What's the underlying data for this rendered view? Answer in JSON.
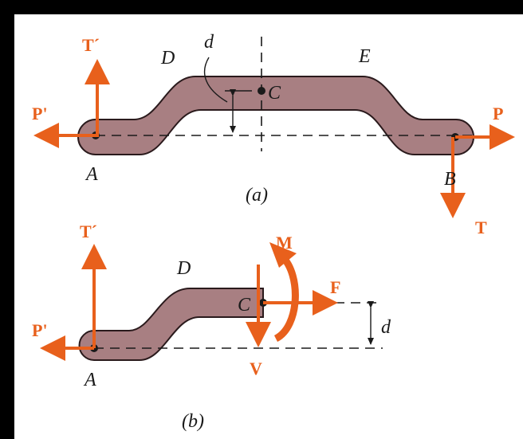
{
  "colors": {
    "background": "#000000",
    "panel": "#ffffff",
    "bar_fill": "#a87f82",
    "bar_stroke": "#2a1a1c",
    "force": "#e8601c",
    "line": "#1a1a1a"
  },
  "figure_a": {
    "caption": "(a)",
    "points": {
      "A": "A",
      "B": "B",
      "C": "C",
      "D": "D",
      "E": "E"
    },
    "dimension": "d",
    "forces": {
      "T_prime": "T´",
      "P_prime": "P'",
      "P": "P",
      "T": "T"
    }
  },
  "figure_b": {
    "caption": "(b)",
    "points": {
      "A": "A",
      "C": "C",
      "D": "D"
    },
    "dimension": "d",
    "forces": {
      "T_prime": "T´",
      "P_prime": "P'",
      "M": "M",
      "F": "F",
      "V": "V"
    }
  }
}
